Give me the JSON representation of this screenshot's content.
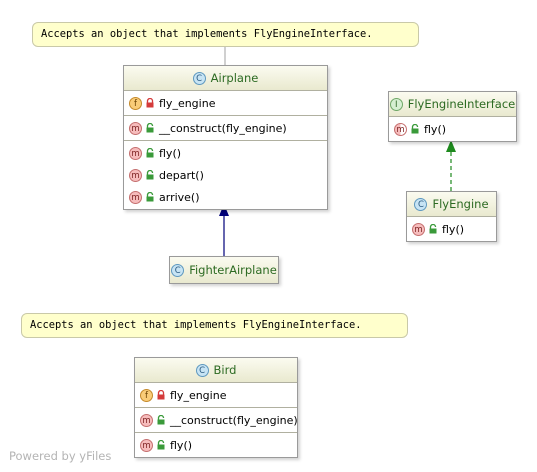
{
  "notes": [
    {
      "text": "Accepts an object that implements FlyEngineInterface."
    },
    {
      "text": "Accepts an object that implements FlyEngineInterface."
    }
  ],
  "airplane": {
    "title": "Airplane",
    "kind": "C",
    "field": "fly_engine",
    "constructor": "__construct(fly_engine)",
    "methods": [
      "fly()",
      "depart()",
      "arrive()"
    ]
  },
  "fly_engine_interface": {
    "title": "FlyEngineInterface",
    "kind": "I",
    "methods": [
      "fly()"
    ]
  },
  "fly_engine": {
    "title": "FlyEngine",
    "kind": "C",
    "methods": [
      "fly()"
    ]
  },
  "fighter_airplane": {
    "title": "FighterAirplane",
    "kind": "C"
  },
  "bird": {
    "title": "Bird",
    "kind": "C",
    "field": "fly_engine",
    "constructor": "__construct(fly_engine)",
    "methods": [
      "fly()"
    ]
  },
  "badges": {
    "field": "f",
    "method": "m"
  },
  "colors": {
    "class_title": "#2c6a22",
    "note_bg": "#ffffcc",
    "inheritance_arrow": "#00007a",
    "realization_arrow": "#1e8a1e",
    "private_lock": "#d43b3b",
    "public_lock": "#3a9a3a"
  },
  "watermark": "Powered by yFiles"
}
